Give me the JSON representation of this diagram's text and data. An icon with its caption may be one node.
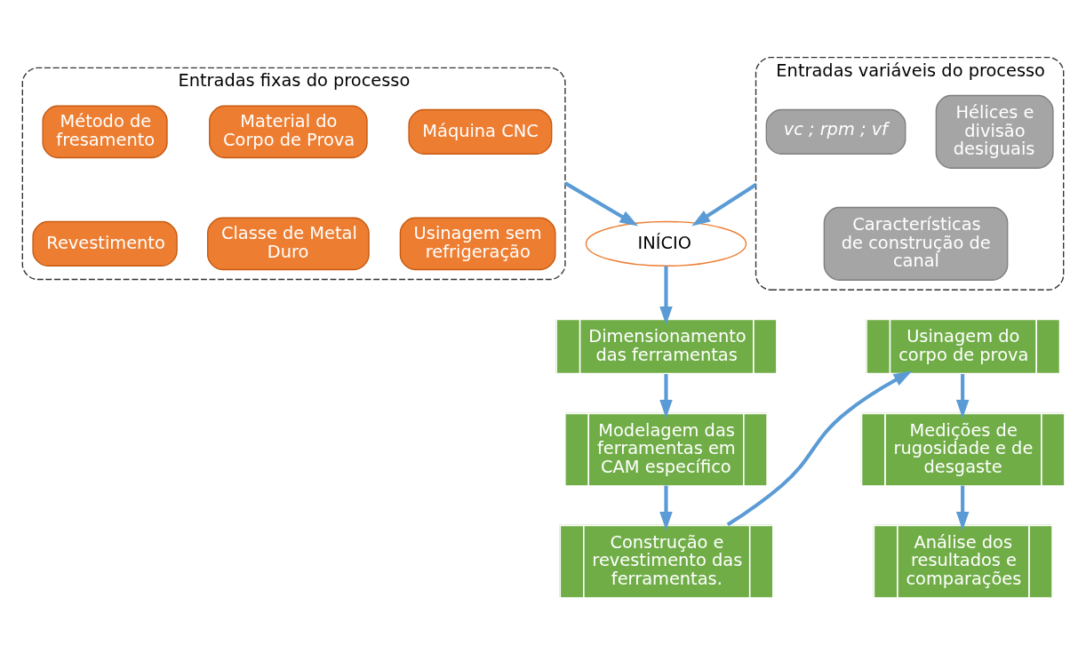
{
  "diagram": {
    "nodes": [
      {
        "text": [
          "Entradas fixas do processo"
        ]
      },
      {
        "text": [
          "Máquina CNC"
        ],
        "in": 0
      },
      {
        "text": [
          "Material do Corpo de Prova"
        ],
        "in": 0
      },
      {
        "text": [
          "Método de fresamento"
        ],
        "in": 0
      },
      {
        "text": [
          "Usinagem sem refrigeração"
        ],
        "in": 0
      },
      {
        "text": [
          "Classe de Metal Duro"
        ],
        "in": 0
      },
      {
        "text": [
          "Revestimento"
        ],
        "in": 0
      },
      {
        "text": [
          "Entradas variáveis do processo"
        ]
      },
      {
        "text": [
          "vc ; rpm ; vf"
        ],
        "in": 7
      },
      {
        "text": [
          "Hélices e divisão desiguais"
        ],
        "in": 7
      },
      {
        "text": [
          "Características de construção de canal"
        ],
        "in": 7
      },
      {
        "text": [
          "INÍCIO"
        ]
      },
      {
        "text": [
          "Dimensionamento das ferramentas"
        ]
      },
      {
        "text": [
          "Modelagem das ferramentas em CAM específico"
        ]
      },
      {
        "text": [
          "Construção e revestimento das ferramentas."
        ]
      },
      {
        "text": [
          "Usinagem do corpo de prova"
        ]
      },
      {
        "text": [
          "Medições de rugosidade e de desgaste"
        ]
      },
      {
        "text": [
          "Análise dos resultados e comparações"
        ]
      }
    ],
    "edges": [
      {
        "from": 0,
        "to": 11,
        "arrow": "to"
      },
      {
        "from": 7,
        "to": 11,
        "arrow": "to"
      },
      {
        "from": 11,
        "to": 12,
        "arrow": "to"
      },
      {
        "from": 12,
        "to": 13,
        "arrow": "to"
      },
      {
        "from": 13,
        "to": 14,
        "arrow": "to"
      },
      {
        "from": 14,
        "to": 15,
        "arrow": "to"
      },
      {
        "from": 15,
        "to": 16,
        "arrow": "to"
      },
      {
        "from": 16,
        "to": 17,
        "arrow": "to"
      }
    ]
  }
}
